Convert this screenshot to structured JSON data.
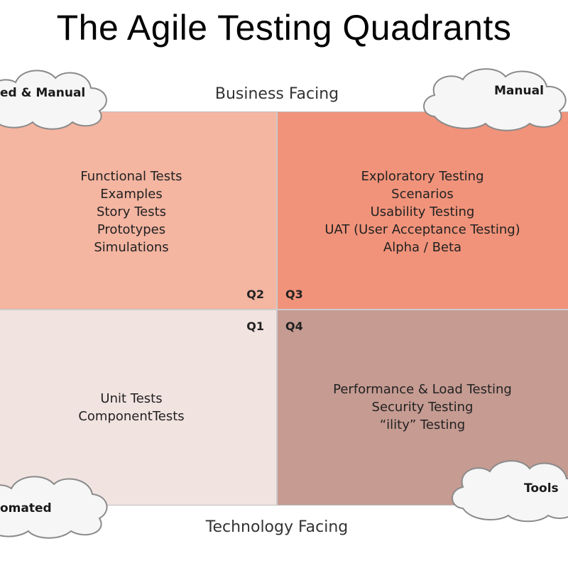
{
  "title": "The Agile Testing Quadrants",
  "axes": {
    "top": "Business Facing",
    "bottom": "Technology Facing"
  },
  "quadrants": {
    "q2": {
      "id": "Q2",
      "items": [
        "Functional Tests",
        "Examples",
        "Story Tests",
        "Prototypes",
        "Simulations"
      ],
      "color": "#f4b5a1"
    },
    "q3": {
      "id": "Q3",
      "items": [
        "Exploratory Testing",
        "Scenarios",
        "Usability Testing",
        "UAT (User Acceptance Testing)",
        "Alpha / Beta"
      ],
      "color": "#f1937a"
    },
    "q1": {
      "id": "Q1",
      "items": [
        "Unit Tests",
        "ComponentTests"
      ],
      "color": "#f1e3e0"
    },
    "q4": {
      "id": "Q4",
      "items": [
        "Performance & Load Testing",
        "Security Testing",
        "“ility” Testing"
      ],
      "color": "#c59b92"
    }
  },
  "clouds": {
    "top_left": "ed & Manual",
    "top_right": "Manual",
    "bottom_right": "Tools",
    "bottom_left": "omated"
  }
}
